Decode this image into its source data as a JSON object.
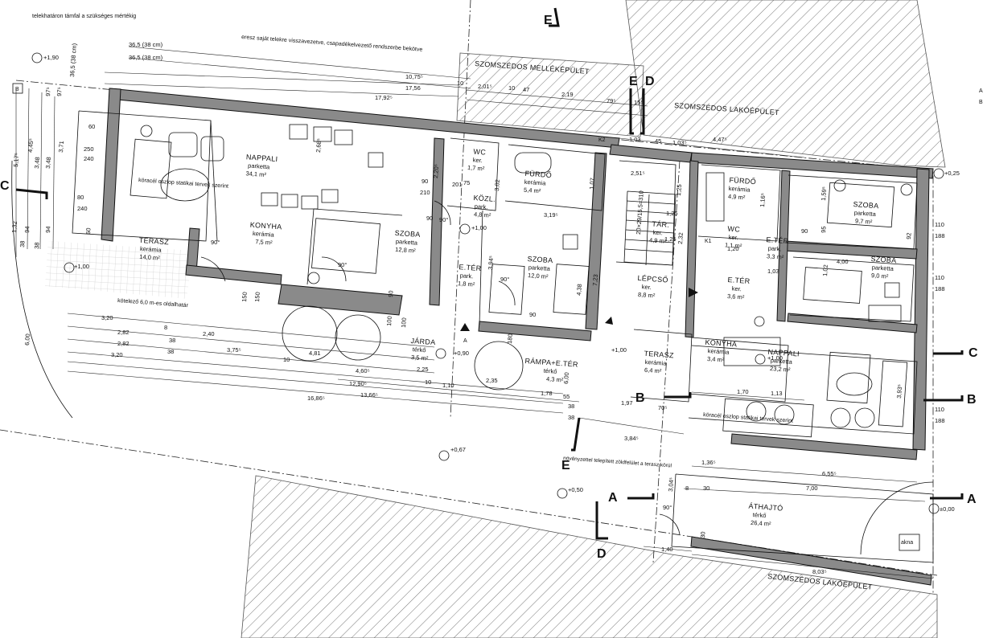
{
  "drawing": {
    "notes": {
      "boundary_wall": "telekhatáron támfal a szükséges mértékig",
      "eaves": "eresz saját telekre visszavezetve, csapadékelvezető rendszerbe bekötve",
      "pillar_left": "köracél oszlop statikai tervek szerint",
      "pillar_right": "köracél oszlop statikai tervek szerint",
      "side_boundary": "kötelező 6,0 m-es oldalhatár",
      "planted": "növényzettel telepített zöldfelület a terasz körül"
    },
    "neighbours": [
      "SZOMSZÉDOS MELLÉKÉPÜLET",
      "SZOMSZÉDOS LAKÓÉPÜLET",
      "SZOMSZÉDOS LAKÓÉPÜLET"
    ],
    "rooms": [
      {
        "name": "NAPPALI",
        "floor": "parketta",
        "area": "34,1 m²"
      },
      {
        "name": "TERASZ",
        "floor": "kerámia",
        "area": "14,0 m²"
      },
      {
        "name": "KONYHA",
        "floor": "kerámia",
        "area": "7,5 m²"
      },
      {
        "name": "SZOBA",
        "floor": "parketta",
        "area": "12,8 m²"
      },
      {
        "name": "WC",
        "floor": "ker.",
        "area": "1,7 m²"
      },
      {
        "name": "FÜRDŐ",
        "floor": "kerámia",
        "area": "5,4 m²"
      },
      {
        "name": "KÖZL.",
        "floor": "park.",
        "area": "4,8 m²"
      },
      {
        "name": "E.TÉR",
        "floor": "park.",
        "area": "1,8 m²"
      },
      {
        "name": "SZOBA",
        "floor": "parketta",
        "area": "12,0 m²"
      },
      {
        "name": "JÁRDA",
        "floor": "térkő",
        "area": "3,5 m²"
      },
      {
        "name": "RÁMPA+E.TÉR",
        "floor": "térkő",
        "area": "4,3 m²"
      },
      {
        "name": "TÁR.",
        "floor": "ker.",
        "area": "4,9 m²"
      },
      {
        "name": "LÉPCSŐ",
        "floor": "ker.",
        "area": "8,8 m²"
      },
      {
        "name": "TERASZ",
        "floor": "kerámia",
        "area": "6,4 m²"
      },
      {
        "name": "FÜRDŐ",
        "floor": "kerámia",
        "area": "4,9 m²"
      },
      {
        "name": "WC",
        "floor": "ker.",
        "area": "1,1 m²"
      },
      {
        "name": "E.TÉR",
        "floor": "park.",
        "area": "3,3 m²"
      },
      {
        "name": "E.TÉR",
        "floor": "ker.",
        "area": "3,6 m²"
      },
      {
        "name": "KONYHA",
        "floor": "kerámia",
        "area": "3,4 m²"
      },
      {
        "name": "SZOBA",
        "floor": "parketta",
        "area": "9,7 m²"
      },
      {
        "name": "SZOBA",
        "floor": "parketta",
        "area": "9,0 m²"
      },
      {
        "name": "NAPPALI",
        "floor": "parketta",
        "area": "23,2 m²"
      },
      {
        "name": "ÁTHAJTÓ",
        "floor": "térkő",
        "area": "26,4 m²"
      }
    ],
    "levels": [
      "+1,90",
      "+1,00",
      "+0,90",
      "+1,00",
      "+1,00",
      "+0,67",
      "+0,50",
      "±0,00",
      "+0,25",
      "+1,00"
    ],
    "section_letters": [
      "A",
      "A",
      "B",
      "B",
      "C",
      "C",
      "D",
      "D",
      "E",
      "E",
      "E",
      "D",
      "B",
      "A",
      "B"
    ],
    "k_labels": [
      "K1",
      "K2",
      "akna"
    ],
    "top_dims": [
      "36,5 (38 cm)",
      "36,5 (38 cm)",
      "10,75⁵",
      "17,56",
      "17,92⁵",
      "2,01⁵",
      "10",
      "47",
      "2,19",
      "79⁵",
      "15⁵",
      "1,03",
      "45",
      "1,03⁵",
      "4,47⁵",
      "10"
    ],
    "left_dims": [
      "36,5 (38 cm)",
      "97⁵",
      "97⁵",
      "4,45⁵",
      "5,17⁵",
      "3,48",
      "3,48",
      "3,71",
      "1,32",
      "38",
      "94",
      "38",
      "94",
      "6,00"
    ],
    "bottom_dims": [
      "3,20",
      "2,82",
      "2,40",
      "3,75⁵",
      "2,82",
      "3,20",
      "4,81",
      "4,60⁵",
      "12,90⁵",
      "13,66⁵",
      "16,86⁵",
      "2,25",
      "2,35",
      "1,10",
      "1,78",
      "55",
      "38",
      "38",
      "1,97",
      "70⁵",
      "3,84⁵",
      "1,36⁵",
      "6,55⁵",
      "7,00",
      "3,04⁵",
      "1,40",
      "8,03⁵",
      "8",
      "30",
      "30",
      "10",
      "10",
      "38",
      "8",
      "38"
    ],
    "inner_dims": [
      "250",
      "240",
      "60",
      "80",
      "240",
      "60",
      "90",
      "210",
      "2,68⁵",
      "2,20⁵",
      "3,02",
      "3,19⁵",
      "201",
      "75",
      "1,07",
      "2,51⁵",
      "1,25",
      "1,25",
      "1,25",
      "1,59⁵",
      "1,16⁵",
      "1,02",
      "4,00",
      "90",
      "95",
      "92",
      "110",
      "188",
      "110",
      "188",
      "110",
      "188",
      "2,32",
      "1,20",
      "1,03",
      "1,70",
      "1,13",
      "3,93⁵",
      "3,94⁵",
      "4,38",
      "7,23",
      "6,00",
      "20×29/15,5=310",
      "90",
      "90",
      "90",
      "100",
      "150",
      "180",
      "150",
      "100",
      "90°",
      "90°",
      "90°",
      "90°",
      "90°"
    ],
    "legend_right": [
      "A",
      "B"
    ],
    "direction_marker": "E"
  }
}
